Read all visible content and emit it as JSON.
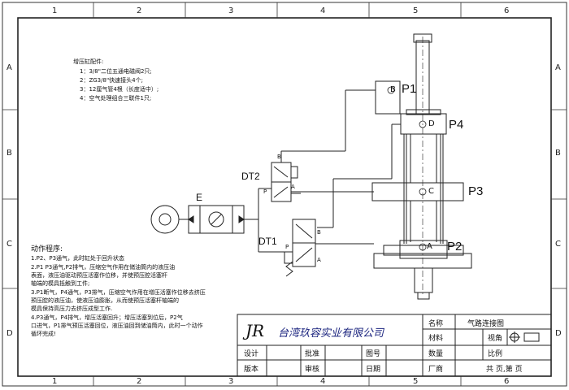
{
  "border": {
    "cols": [
      "1",
      "2",
      "3",
      "4",
      "5",
      "6"
    ],
    "rows": [
      "A",
      "B",
      "C",
      "D"
    ]
  },
  "accessories": {
    "title": "增压缸配件:",
    "items": [
      "1：3/8\"二位五通电磁阀2只;",
      "2：ZG3/8\"快速接头4个;",
      "3：12厘气管4根（长度适中）;",
      "4：空气处理组合三联件1只;"
    ]
  },
  "ports": {
    "p1": "P1",
    "p2": "P2",
    "p3": "P3",
    "p4": "P4",
    "b": "B",
    "d": "D",
    "c": "C",
    "a": "A"
  },
  "valves": {
    "dt1": "DT1",
    "dt2": "DT2",
    "e": "E",
    "a": "A",
    "b": "B",
    "p": "P"
  },
  "procedure": {
    "title": "动作程序:",
    "lines": [
      "1.P2、P3通气，此时缸处于回升状态",
      "2.P1  P3通气,P2排气，压缩空气作用在储油筒内的液压油",
      "    表面，液压油驱动预压活塞作位移，并使预压腔活塞杆",
      "    轴端的模具抵触到工件;",
      "3.P1断气，P4通气，P3排气，压缩空气作用在增压活塞作位移去挤压",
      "    预压腔的液压油，使液压油膨胀，从而使预压活塞杆轴端的",
      "    模具保持高压力去挤压成型工作.",
      "4.P3通气，P4排气，增压活塞回升；增压活塞到位后，P2气",
      "    口进气，P1排气预压活塞回位，液压油回到储油筒内，此时一个动作",
      "    循环完成!"
    ]
  },
  "title_block": {
    "logo": "JR",
    "company": "台湾玖容实业有限公司",
    "name_label": "名称",
    "name_value": "气路连接图",
    "material_label": "材料",
    "view_label": "视角",
    "qty_label": "数量",
    "scale_label": "比例",
    "design_label": "设计",
    "approve_label": "批准",
    "drawing_no_label": "图号",
    "version_label": "版本",
    "review_label": "审核",
    "date_label": "日期",
    "factory_label": "厂商",
    "pages": "共    页,第    页"
  }
}
